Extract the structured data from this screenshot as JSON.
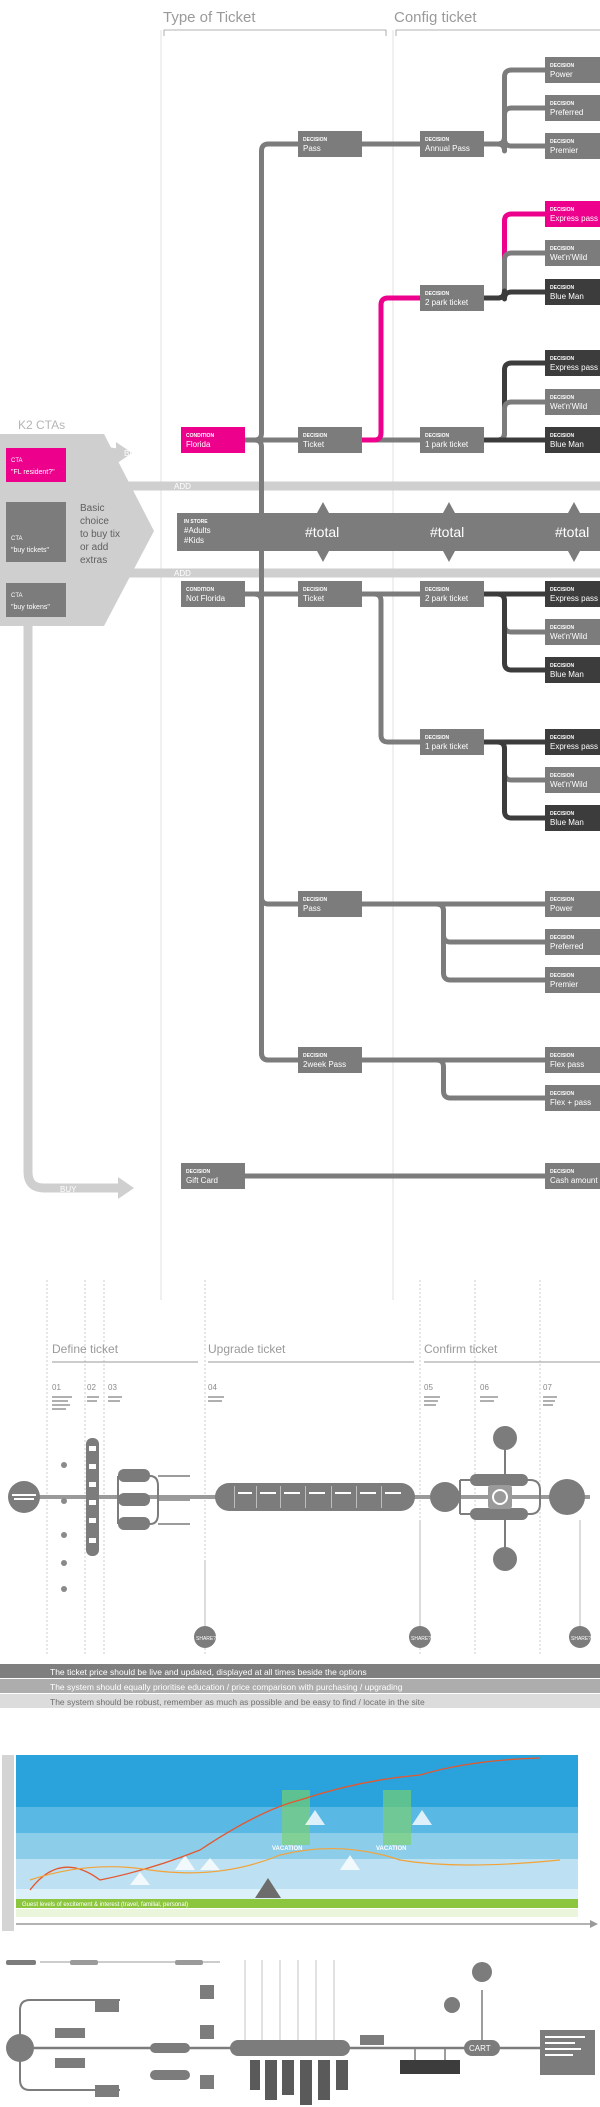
{
  "headers": {
    "type_of_ticket": "Type of Ticket",
    "config_ticket": "Config ticket"
  },
  "colors": {
    "gray": "#7c7c7c",
    "dark": "#3c3c3c",
    "pink": "#ec008c",
    "light": "#cfcfcf",
    "blue": "#2aa3dd",
    "green": "#8cc63f"
  },
  "k2": {
    "title": "K2 CTAs",
    "ctas": [
      {
        "label": "CTA",
        "value": "\"FL resident?\""
      },
      {
        "label": "CTA",
        "value": "\"buy tickets\""
      },
      {
        "label": "CTA",
        "value": "\"buy tokens\""
      }
    ],
    "basic_choice": [
      "Basic",
      "choice",
      "to buy tix",
      "or add",
      "extras"
    ],
    "buy_top": "BUY",
    "add_top": "ADD",
    "add_bottom": "ADD",
    "buy_bottom": "BUY"
  },
  "in_store": {
    "label": "IN STORE",
    "lines": [
      "#Adults",
      "#Kids"
    ],
    "totals": [
      "#total",
      "#total",
      "#total"
    ]
  },
  "nodes": {
    "pass_top": {
      "kind": "DECISION",
      "title": "Pass"
    },
    "annual_pass": {
      "kind": "DECISION",
      "title": "Annual Pass"
    },
    "power_1": {
      "kind": "DECISION",
      "title": "Power"
    },
    "preferred_1": {
      "kind": "DECISION",
      "title": "Preferred"
    },
    "premier_1": {
      "kind": "DECISION",
      "title": "Premier"
    },
    "two_park_1": {
      "kind": "DECISION",
      "title": "2 park ticket"
    },
    "express_1": {
      "kind": "DECISION",
      "title": "Express pass"
    },
    "wetnwild_1": {
      "kind": "DECISION",
      "title": "Wet'n'Wild"
    },
    "blueman_1": {
      "kind": "DECISION",
      "title": "Blue Man"
    },
    "florida": {
      "kind": "CONDITION",
      "title": "Florida"
    },
    "ticket_1": {
      "kind": "DECISION",
      "title": "Ticket"
    },
    "one_park_1": {
      "kind": "DECISION",
      "title": "1 park ticket"
    },
    "express_2": {
      "kind": "DECISION",
      "title": "Express pass"
    },
    "wetnwild_2": {
      "kind": "DECISION",
      "title": "Wet'n'Wild"
    },
    "blueman_2": {
      "kind": "DECISION",
      "title": "Blue Man"
    },
    "not_florida": {
      "kind": "CONDITION",
      "title": "Not Florida"
    },
    "ticket_2": {
      "kind": "DECISION",
      "title": "Ticket"
    },
    "two_park_2": {
      "kind": "DECISION",
      "title": "2 park ticket"
    },
    "express_3": {
      "kind": "DECISION",
      "title": "Express pass"
    },
    "wetnwild_3": {
      "kind": "DECISION",
      "title": "Wet'n'Wild"
    },
    "blueman_3": {
      "kind": "DECISION",
      "title": "Blue Man"
    },
    "one_park_2": {
      "kind": "DECISION",
      "title": "1 park ticket"
    },
    "express_4": {
      "kind": "DECISION",
      "title": "Express pass"
    },
    "wetnwild_4": {
      "kind": "DECISION",
      "title": "Wet'n'Wild"
    },
    "blueman_4": {
      "kind": "DECISION",
      "title": "Blue Man"
    },
    "pass_2": {
      "kind": "DECISION",
      "title": "Pass"
    },
    "power_2": {
      "kind": "DECISION",
      "title": "Power"
    },
    "preferred_2": {
      "kind": "DECISION",
      "title": "Preferred"
    },
    "premier_2": {
      "kind": "DECISION",
      "title": "Premier"
    },
    "week_pass": {
      "kind": "DECISION",
      "title": "2week Pass"
    },
    "flex_pass": {
      "kind": "DECISION",
      "title": "Flex pass"
    },
    "flex_plus": {
      "kind": "DECISION",
      "title": "Flex + pass"
    },
    "gift_card": {
      "kind": "DECISION",
      "title": "Gift Card"
    },
    "cash_amount": {
      "kind": "DECISION",
      "title": "Cash amount"
    }
  },
  "journey": {
    "phases": [
      "Define ticket",
      "Upgrade ticket",
      "Confirm ticket"
    ],
    "steps": [
      "01",
      "02",
      "03",
      "04",
      "05",
      "06",
      "07"
    ],
    "share_label": "SHARE?",
    "principles": [
      "The ticket price should be live and updated, displayed at all times beside the options",
      "The system should equally prioritise education / price comparison with purchasing / upgrading",
      "The system should be robust, remember as much as possible and be easy to find / locate in the site"
    ]
  },
  "emotion": {
    "vacation_labels": [
      "VACATION",
      "VACATION"
    ],
    "footer": "Guest levels of excitement & interest (travel, familial, personal)"
  },
  "bottom": {
    "cart": "CART"
  }
}
